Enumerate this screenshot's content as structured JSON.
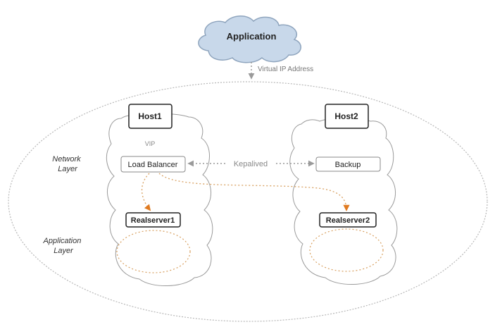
{
  "application": {
    "label": "Application"
  },
  "vip_link": {
    "label": "Virtual IP Address"
  },
  "layers": {
    "network": [
      "Network",
      "Layer"
    ],
    "application": [
      "Application",
      "Layer"
    ]
  },
  "hosts": [
    {
      "name": "Host1",
      "vip_label": "VIP",
      "service": "Load Balancer",
      "realserver": "Realserver1"
    },
    {
      "name": "Host2",
      "service": "Backup",
      "realserver": "Realserver2"
    }
  ],
  "keepalive": {
    "label": "Kepalived"
  },
  "colors": {
    "cloud_fill": "#c8d8ea",
    "cloud_stroke": "#8ea4bd",
    "line_gray": "#9a9a9a",
    "dotted_orange": "#d8a060",
    "arrow_orange": "#e07a20"
  }
}
